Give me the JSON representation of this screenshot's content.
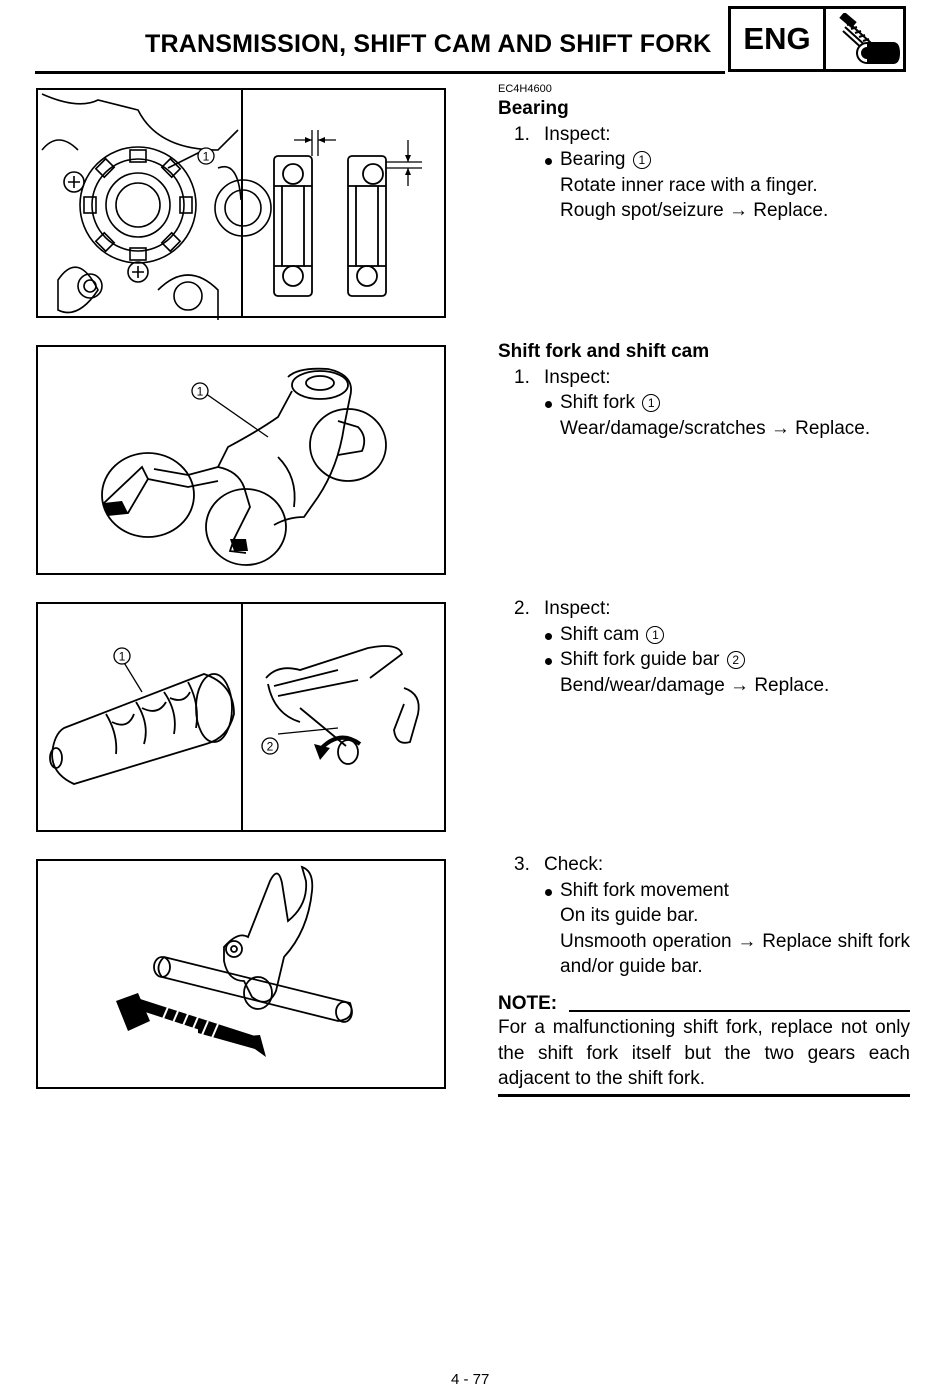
{
  "header": {
    "title": "TRANSMISSION, SHIFT CAM AND SHIFT FORK",
    "badge": "ENG"
  },
  "sections": {
    "bearing": {
      "code": "EC4H4600",
      "heading": "Bearing",
      "step_num": "1.",
      "step_label": "Inspect:",
      "bullet_text": "Bearing",
      "bullet_ref": "1",
      "line1": "Rotate inner race with a finger.",
      "line2": "Rough spot/seizure → Replace."
    },
    "shift_fork": {
      "heading": "Shift fork and shift cam",
      "step_num": "1.",
      "step_label": "Inspect:",
      "bullet_text": "Shift fork",
      "bullet_ref": "1",
      "line1": "Wear/damage/scratches → Replace."
    },
    "shift_cam": {
      "step_num": "2.",
      "step_label": "Inspect:",
      "bullet1_text": "Shift cam",
      "bullet1_ref": "1",
      "bullet2_text": "Shift fork guide bar",
      "bullet2_ref": "2",
      "line1": "Bend/wear/damage → Replace."
    },
    "movement": {
      "step_num": "3.",
      "step_label": "Check:",
      "bullet_text": "Shift fork movement",
      "line1": "On its guide bar.",
      "line2": "Unsmooth operation → Replace shift fork and/or guide bar."
    }
  },
  "note": {
    "label": "NOTE:",
    "text": "For a malfunctioning shift fork, replace not only the shift fork itself but the two gears each adjacent to the shift fork."
  },
  "figures": {
    "fig1_ref": "1",
    "fig2_ref": "1",
    "fig3_ref1": "1",
    "fig3_ref2": "2"
  },
  "page_number": "4 - 77"
}
